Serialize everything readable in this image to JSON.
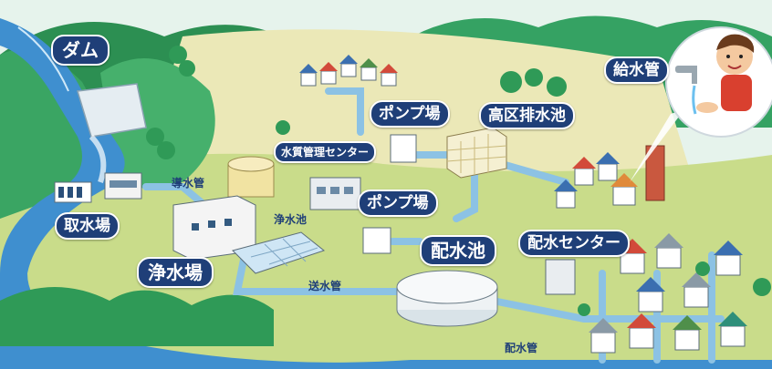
{
  "labels": {
    "dam": "ダム",
    "water_tap": "給水管",
    "pump_station_top": "ポンプ場",
    "elevated_reservoir": "高区排水池",
    "quality_center": "水質管理センター",
    "pump_station_mid": "ポンプ場",
    "conduit": "導水管",
    "intake": "取水場",
    "clear_well": "浄水池",
    "purification_plant": "浄水場",
    "distribution_reservoir": "配水池",
    "distribution_center": "配水センター",
    "transmission_pipe": "送水管",
    "distribution_pipe": "配水管"
  },
  "colors": {
    "label_bg": "#1f3f78",
    "label_text": "#ffffff",
    "river": "#3f8fcf",
    "pipe": "#8cc2e4",
    "grass": "#c9dc8a",
    "hill": "#2e9a5a",
    "field": "#e9e6b6"
  },
  "icons": {
    "tap": "faucet-icon",
    "boy": "boy-washing-hands-icon"
  }
}
